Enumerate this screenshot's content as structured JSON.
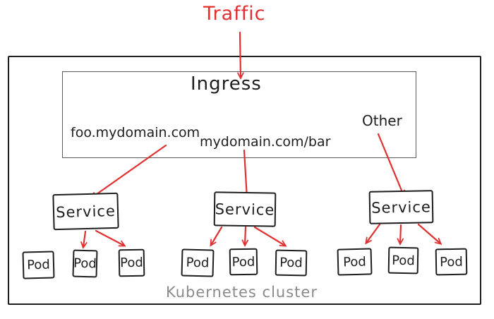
{
  "diagram": {
    "traffic_label": "Traffic",
    "ingress": {
      "title": "Ingress",
      "rules": [
        {
          "label": "foo.mydomain.com"
        },
        {
          "label": "mydomain.com/bar"
        },
        {
          "label": "Other"
        }
      ]
    },
    "services": [
      {
        "label": "Service"
      },
      {
        "label": "Service"
      },
      {
        "label": "Service"
      }
    ],
    "pods": [
      {
        "label": "Pod"
      },
      {
        "label": "Pod"
      },
      {
        "label": "Pod"
      },
      {
        "label": "Pod"
      },
      {
        "label": "Pod"
      },
      {
        "label": "Pod"
      },
      {
        "label": "Pod"
      },
      {
        "label": "Pod"
      },
      {
        "label": "Pod"
      }
    ],
    "cluster_label": "Kubernetes cluster",
    "colors": {
      "arrow_red": "#e03131",
      "stroke_dark": "#1e1e1e",
      "ingress_border": "#5a5a5a",
      "cluster_text": "#8a8a8a"
    }
  }
}
